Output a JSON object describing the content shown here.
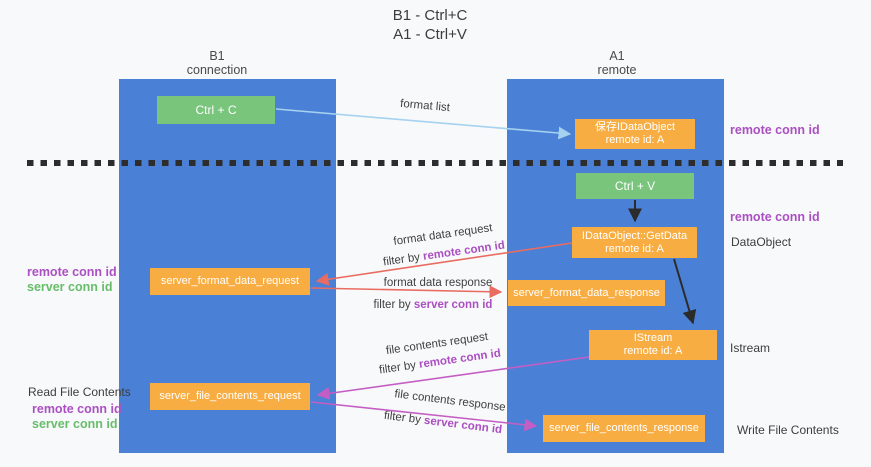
{
  "title": {
    "line1": "B1 - Ctrl+C",
    "line2": "A1 - Ctrl+V"
  },
  "lanes": {
    "left": {
      "title": "B1",
      "subtitle": "connection"
    },
    "right": {
      "title": "A1",
      "subtitle": "remote"
    }
  },
  "nodes": {
    "ctrl_c": {
      "label": "Ctrl + C"
    },
    "ctrl_v": {
      "label": "Ctrl + V"
    },
    "save_idataobject": {
      "line1": "保存IDataObject",
      "line2": "remote id: A"
    },
    "getdata": {
      "line1": "IDataObject::GetData",
      "line2": "remote id: A"
    },
    "istream": {
      "line1": "IStream",
      "line2": "remote id: A"
    },
    "format_request": {
      "label": "server_format_data_request"
    },
    "format_response": {
      "label": "server_format_data_response"
    },
    "file_request": {
      "label": "server_file_contents_request"
    },
    "file_response": {
      "label": "server_file_contents_response"
    }
  },
  "edge_labels": {
    "format_list": "format list",
    "format_data_request": "format data request",
    "format_data_request_filter_prefix": "filter by ",
    "format_data_request_filter_term": "remote conn id",
    "format_data_response": "format data response",
    "format_data_response_filter_prefix": "filter by ",
    "format_data_response_filter_term": "server conn id",
    "file_contents_request": "file contents request",
    "file_contents_request_filter_prefix": "filter by ",
    "file_contents_request_filter_term": "remote conn id",
    "file_contents_response": "file contents response",
    "file_contents_response_filter_prefix": "filter by ",
    "file_contents_response_filter_term": "server conn id"
  },
  "annotations": {
    "left": {
      "remote_conn_id_1": "remote conn id",
      "server_conn_id_1": "server conn id",
      "read_file_contents": "Read File Contents",
      "remote_conn_id_2": "remote conn id",
      "server_conn_id_2": "server conn id"
    },
    "right": {
      "remote_conn_id_top": "remote conn id",
      "remote_conn_id_mid": "remote conn id",
      "dataobject": "DataObject",
      "istream": "Istream",
      "write_file_contents": "Write File Contents"
    }
  },
  "colors": {
    "lane_blue": "#4a80d5",
    "node_orange": "#f8ad42",
    "node_green": "#79c57c",
    "arrow_red": "#e96c62",
    "arrow_magenta": "#c45ec4",
    "arrow_light_blue": "#a5d2f0",
    "arrow_black": "#2b2b2b",
    "text_purple": "#ab4fc3",
    "text_green": "#67bd6a",
    "background": "#f8f9fa"
  }
}
